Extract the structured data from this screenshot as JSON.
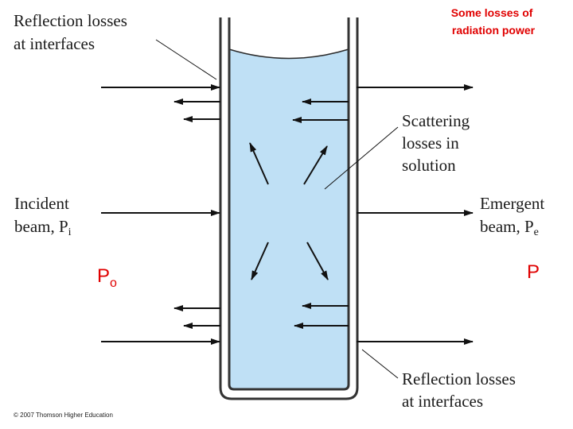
{
  "labels": {
    "reflection_top": [
      "Reflection losses",
      "at interfaces"
    ],
    "reflection_bottom": [
      "Reflection losses",
      "at interfaces"
    ],
    "scattering": [
      "Scattering",
      "losses in",
      "solution"
    ],
    "incident": [
      "Incident",
      "beam, P",
      "i"
    ],
    "emergent": [
      "Emergent",
      "beam, P",
      "e"
    ],
    "some_losses": [
      "Some losses of",
      "radiation power"
    ],
    "p_zero": [
      "P",
      "o"
    ],
    "p_end": "P",
    "copyright": "© 2007 Thomson Higher Education"
  },
  "colors": {
    "solution": "#bfe0f5",
    "glass": "#333333",
    "annotation": "#e00000"
  }
}
